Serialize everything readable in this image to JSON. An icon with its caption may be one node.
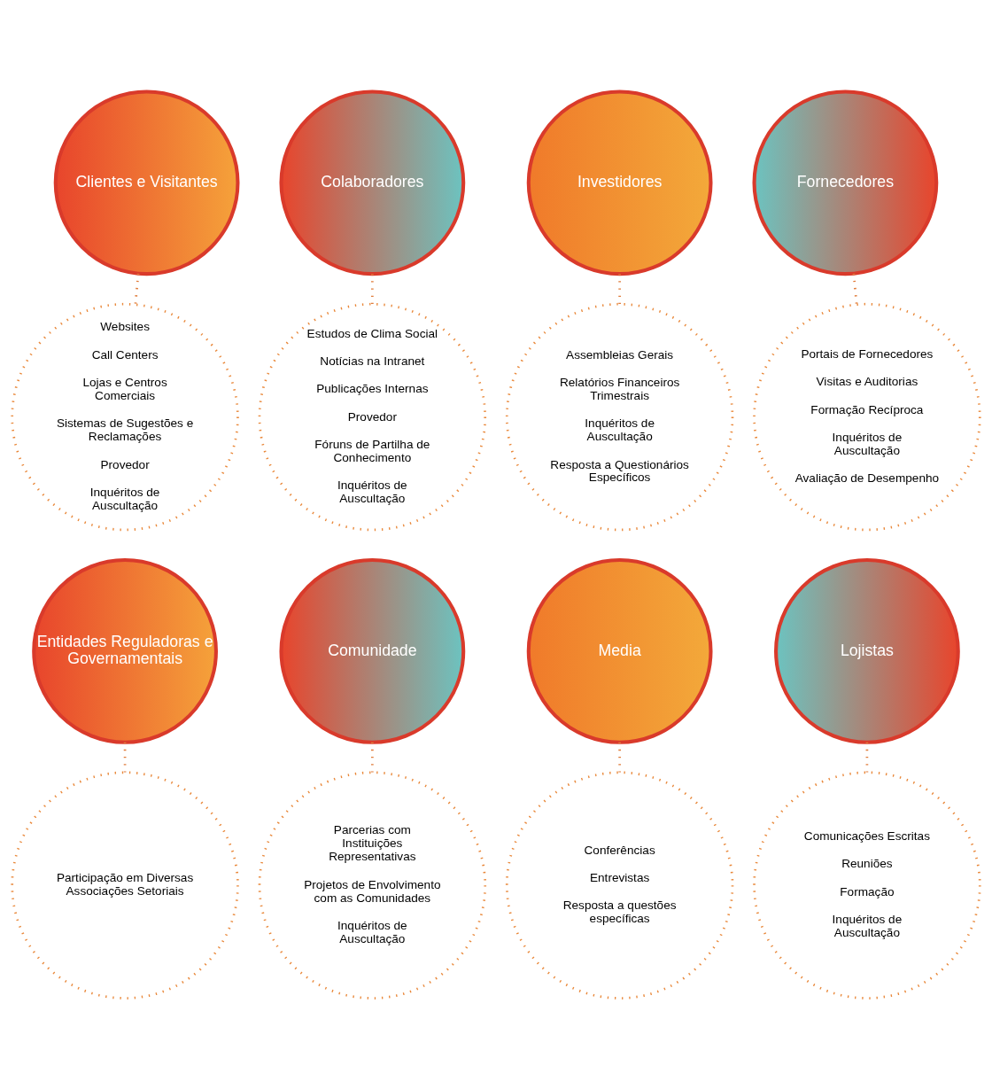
{
  "diagram": {
    "nodes": [
      {
        "text": [
          "Clientes e Visitantes"
        ]
      },
      {
        "text": [
          "Colaboradores"
        ]
      },
      {
        "text": [
          "Investidores"
        ]
      },
      {
        "text": [
          "Fornecedores"
        ]
      },
      {
        "text": [
          "Websites",
          "Call Centers",
          "Lojas e Centros Comerciais",
          "Sistemas de Sugestões e Reclamações",
          "Provedor",
          "Inquéritos de Auscultação"
        ]
      },
      {
        "text": [
          "Estudos de Clima Social",
          "Notícias na Intranet",
          "Publicações Internas",
          "Provedor",
          "Fóruns de Partilha de Conhecimento",
          "Inquéritos de Auscultação"
        ]
      },
      {
        "text": [
          "Assembleias Gerais",
          "Relatórios Financeiros Trimestrais",
          "Inquéritos de Auscultação",
          "Resposta a Questionários Específicos"
        ]
      },
      {
        "text": [
          "Portais de Fornecedores",
          "Visitas e Auditorias",
          "Formação Recíproca",
          "Inquéritos de Auscultação",
          "Avaliação de Desempenho"
        ]
      },
      {
        "text": [
          "Entidades Reguladoras e Governamentais"
        ]
      },
      {
        "text": [
          "Comunidade"
        ]
      },
      {
        "text": [
          "Media"
        ]
      },
      {
        "text": [
          "Lojistas"
        ]
      },
      {
        "text": [
          "Participação em Diversas Associações Setoriais"
        ]
      },
      {
        "text": [
          "Parcerias com Instituições Representativas",
          "Projetos de Envolvimento com as Comunidades",
          "Inquéritos de Auscultação"
        ]
      },
      {
        "text": [
          "Conferências",
          "Entrevistas",
          "Resposta a questões específicas"
        ]
      },
      {
        "text": [
          "Comunicações Escritas",
          "Reuniões",
          "Formação",
          "Inquéritos de Auscultação"
        ]
      }
    ],
    "edges": [
      {
        "from": 0,
        "to": 4,
        "arrow": "none",
        "style": "dashed"
      },
      {
        "from": 1,
        "to": 5,
        "arrow": "none",
        "style": "dashed"
      },
      {
        "from": 2,
        "to": 6,
        "arrow": "none",
        "style": "dashed"
      },
      {
        "from": 3,
        "to": 7,
        "arrow": "none",
        "style": "dashed"
      },
      {
        "from": 8,
        "to": 12,
        "arrow": "none",
        "style": "dashed"
      },
      {
        "from": 9,
        "to": 13,
        "arrow": "none",
        "style": "dashed"
      },
      {
        "from": 10,
        "to": 14,
        "arrow": "none",
        "style": "dashed"
      },
      {
        "from": 11,
        "to": 15,
        "arrow": "none",
        "style": "dashed"
      }
    ]
  }
}
